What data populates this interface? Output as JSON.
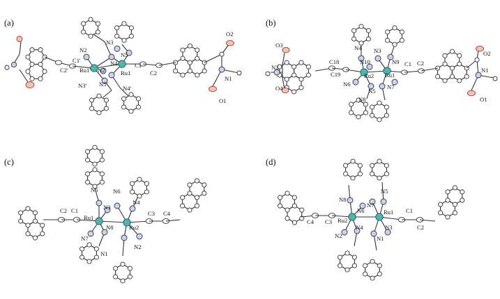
{
  "panels": [
    {
      "key": "a",
      "label": "(a)",
      "atom_labels": [
        "O2",
        "N1",
        "O1",
        "C2",
        "C1",
        "Ru1",
        "N5",
        "N4",
        "N3",
        "N2",
        "Ru1'",
        "N2'",
        "N3'",
        "N5'",
        "N4'",
        "C1'",
        "C2'"
      ]
    },
    {
      "key": "b",
      "label": "(b)",
      "atom_labels": [
        "O3",
        "N2",
        "O4",
        "C18",
        "C19",
        "N4",
        "N3",
        "N10",
        "N9",
        "Ru2",
        "Ru1",
        "N6",
        "N5",
        "N7",
        "N8",
        "C1",
        "C2",
        "O2",
        "N1",
        "O1"
      ]
    },
    {
      "key": "c",
      "label": "(c)",
      "atom_labels": [
        "N5",
        "N6",
        "N3",
        "N4",
        "C2",
        "C1",
        "Ru1",
        "Ru2",
        "C3",
        "C4",
        "N8",
        "N7",
        "N1",
        "N2"
      ]
    },
    {
      "key": "d",
      "label": "(d)",
      "atom_labels": [
        "N8",
        "N7",
        "N5",
        "N6",
        "C4",
        "C3",
        "Ru2",
        "Ru1",
        "N3",
        "C1",
        "C2",
        "N4",
        "N2",
        "N1"
      ]
    }
  ],
  "colors": {
    "carbon": "#ffffff",
    "nitrogen": "#c9d3ee",
    "oxygen": "#f0c4b4",
    "ruthenium": "#4fb5b0"
  }
}
